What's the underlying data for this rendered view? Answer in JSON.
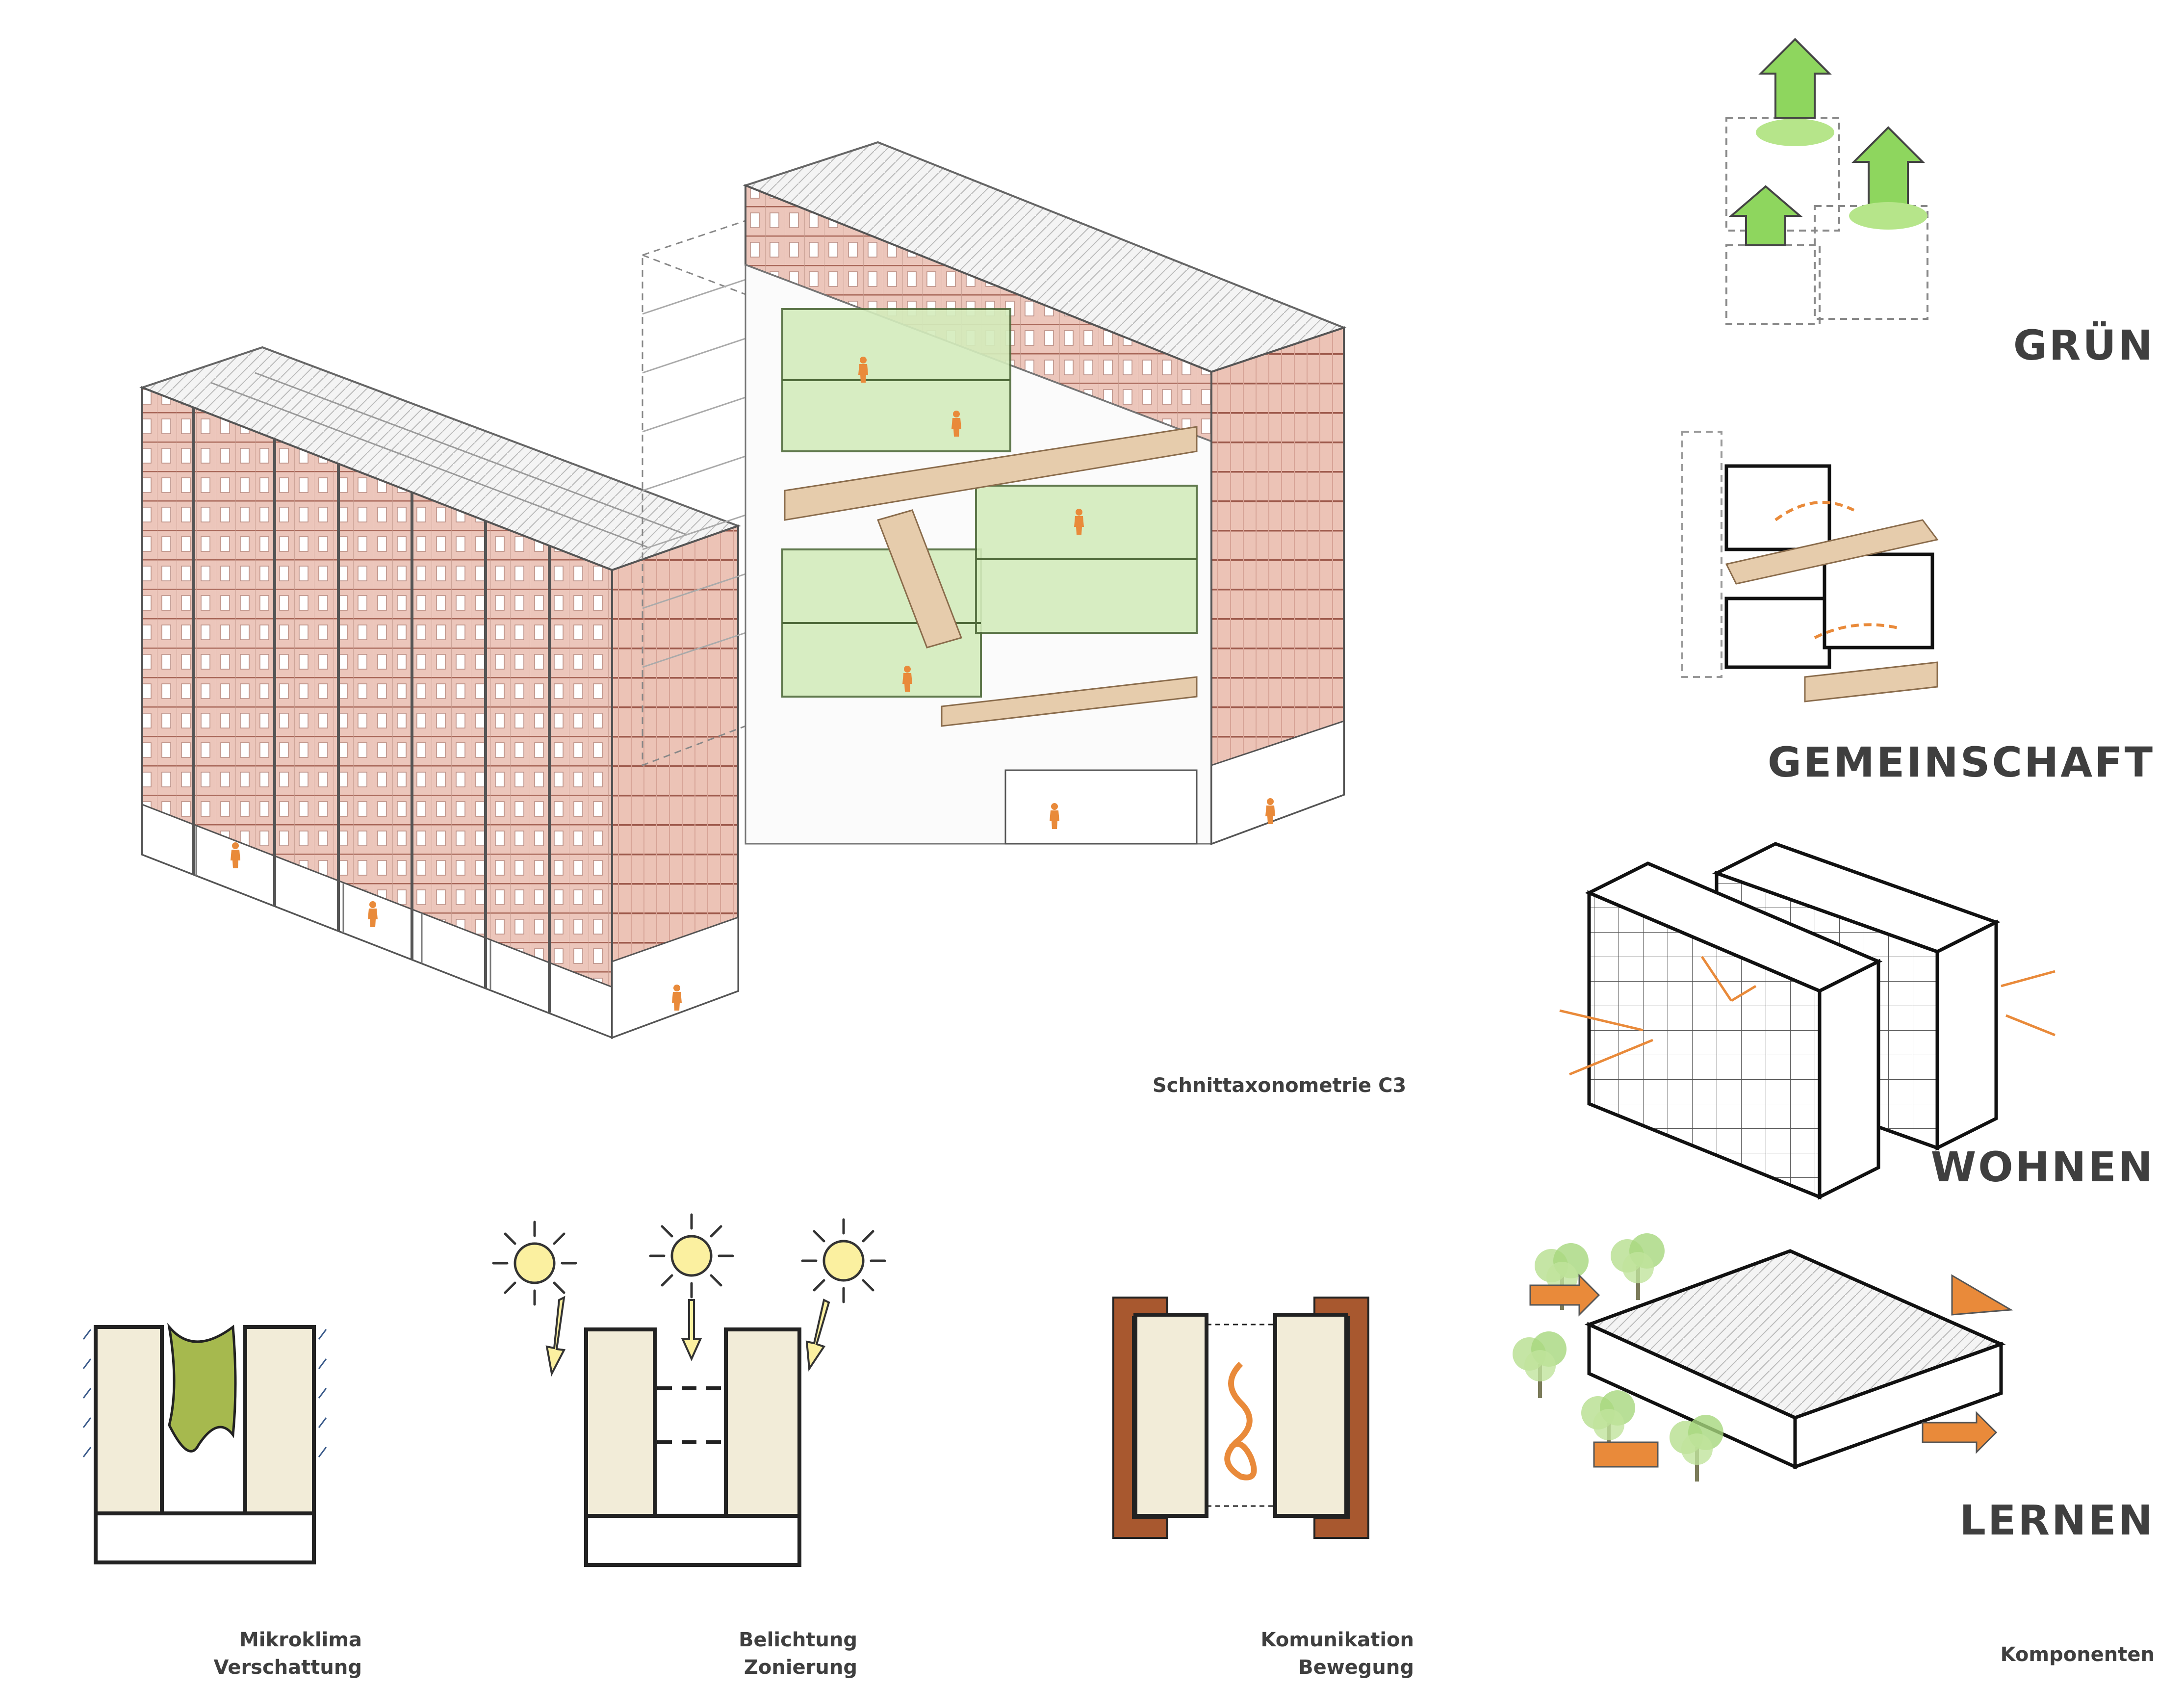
{
  "section_labels": {
    "gruen": "GRÜN",
    "gemeinschaft": "GEMEINSCHAFT",
    "wohnen": "WOHNEN",
    "lernen": "LERNEN"
  },
  "captions": {
    "axonometry": "Schnittaxonometrie C3",
    "components": "Komponenten",
    "mikroklima_1": "Mikroklima",
    "mikroklima_2": "Verschattung",
    "belichtung_1": "Belichtung",
    "belichtung_2": "Zonierung",
    "kommunikation_1": "Komunikation",
    "kommunikation_2": "Bewegung"
  },
  "colors": {
    "text": "#3f3f3f",
    "facade": "#ecc6bb",
    "facade_band": "#b56a5a",
    "green_volume": "#d4ecbc",
    "bridge": "#e6ccac",
    "accent_orange": "#e98a3a",
    "sun": "#fbf0a0",
    "sketch_beige": "#f2ecd8",
    "courtyard_green": "#a6b94e",
    "frame_brown": "#a8582f",
    "arrow_green": "#8ed65e"
  },
  "icons": [
    "sun-icon",
    "person-icon",
    "arrow-up-icon",
    "tree-icon"
  ]
}
